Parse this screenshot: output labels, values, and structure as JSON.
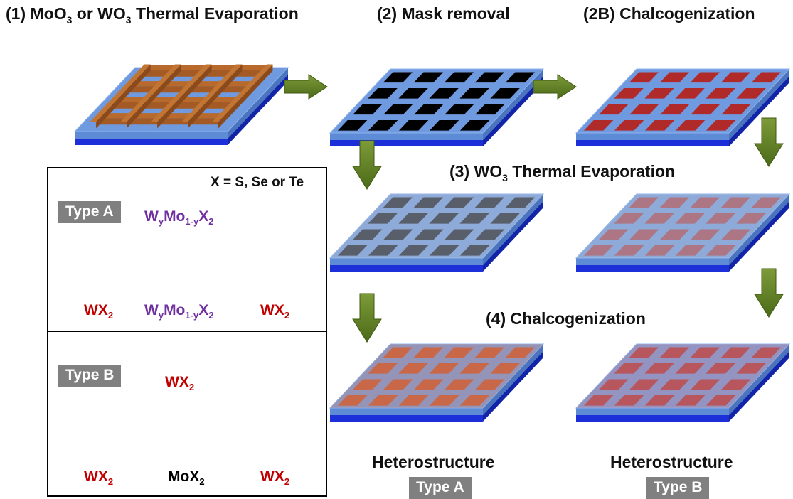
{
  "steps": {
    "step1": {
      "prefix": "(1) MoO",
      "sub1": "3",
      "mid": " or WO",
      "sub2": "3",
      "suffix": " Thermal Evaporation"
    },
    "step2": "(2) Mask removal",
    "step2b": "(2B) Chalcogenization",
    "step3": {
      "prefix": "(3) WO",
      "sub": "3",
      "suffix": " Thermal Evaporation"
    },
    "step4": "(4) Chalcogenization"
  },
  "outputs": {
    "left_title": "Heterostructure",
    "left_tag": "Type A",
    "right_title": "Heterostructure",
    "right_tag": "Type B"
  },
  "legend": {
    "x_note": "X = S, Se or Te",
    "typeA": {
      "tag": "Type A",
      "top_label": {
        "a": "W",
        "s1": "y",
        "b": "Mo",
        "s2": "1-y",
        "c": "X",
        "s3": "2"
      },
      "bottom_left": {
        "a": "WX",
        "s": "2"
      },
      "bottom_mid": {
        "a": "W",
        "s1": "y",
        "b": "Mo",
        "s2": "1-y",
        "c": "X",
        "s3": "2"
      },
      "bottom_right": {
        "a": "WX",
        "s": "2"
      }
    },
    "typeB": {
      "tag": "Type B",
      "top_label": {
        "a": "WX",
        "s": "2"
      },
      "bottom_left": {
        "a": "WX",
        "s": "2"
      },
      "bottom_mid": {
        "a": "MoX",
        "s": "2"
      },
      "bottom_right": {
        "a": "WX",
        "s": "2"
      }
    }
  },
  "colors": {
    "substrate_top": "#6f9ae0",
    "substrate_side": "#1c2fd8",
    "mask": "#a35a24",
    "black_pattern": "#000000",
    "red_pattern": "#b02a2a",
    "arrow": "#5a7a1f",
    "atom_metal_w": "#c00000",
    "atom_metal_mo": "#3fa9b5",
    "atom_chalcogen": "#e8e23a",
    "accent_purple": "#7030a0",
    "accent_red": "#c00000"
  }
}
